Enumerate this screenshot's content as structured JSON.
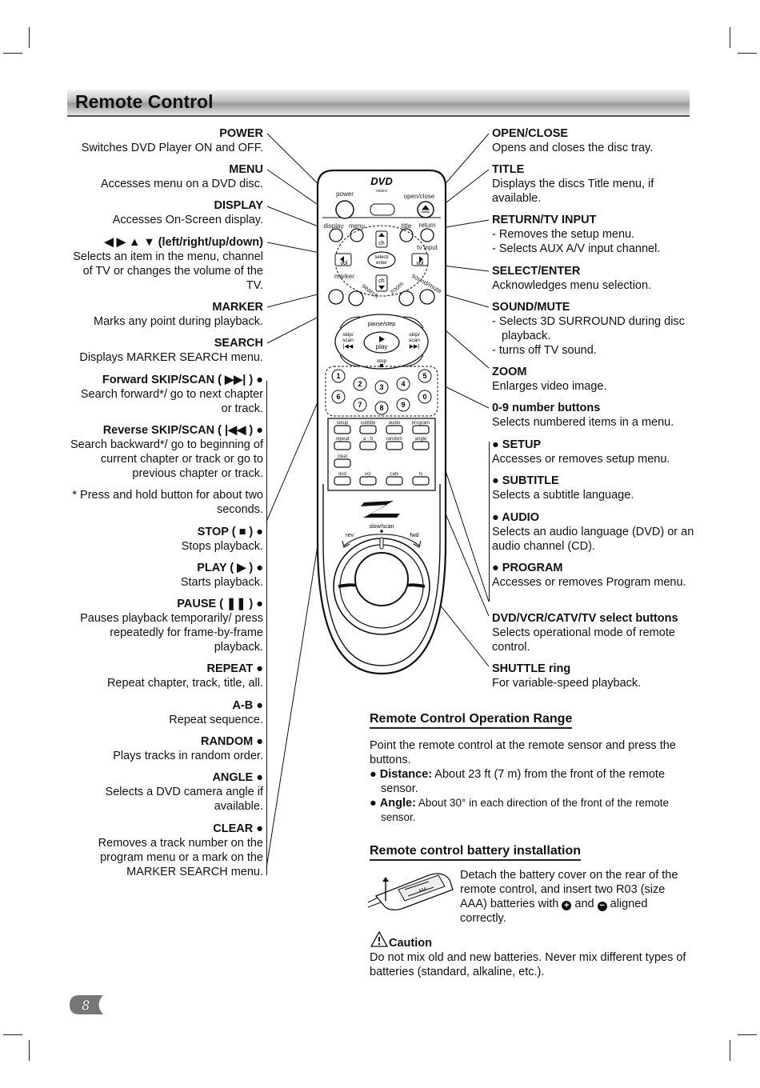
{
  "header": {
    "title": "Remote Control"
  },
  "left_items": [
    {
      "title": "POWER",
      "desc": "Switches DVD Player ON and OFF."
    },
    {
      "title": "MENU",
      "desc": "Accesses menu on a DVD disc."
    },
    {
      "title": "DISPLAY",
      "desc": "Accesses On-Screen display."
    },
    {
      "title": "◀ ▶ ▲ ▼ (left/right/up/down)",
      "desc": "Selects an item in the menu, channel of TV or changes the volume of the TV."
    },
    {
      "title": "MARKER",
      "desc": "Marks any point during playback."
    },
    {
      "title": "SEARCH",
      "desc": "Displays MARKER SEARCH menu."
    },
    {
      "title": "Forward SKIP/SCAN ( ▶▶| ) ●",
      "desc": "Search forward*/ go to next chapter or track."
    },
    {
      "title": "Reverse SKIP/SCAN ( |◀◀ ) ●",
      "desc": "Search backward*/ go to beginning of current chapter or track or go to previous chapter or track."
    },
    {
      "title": "",
      "desc": "* Press and hold button for about two seconds."
    },
    {
      "title": "STOP ( ■ ) ●",
      "desc": "Stops playback."
    },
    {
      "title": "PLAY ( ▶ ) ●",
      "desc": "Starts playback."
    },
    {
      "title": "PAUSE ( ❚❚ ) ●",
      "desc": "Pauses playback temporarily/ press repeatedly for frame-by-frame playback."
    },
    {
      "title": "REPEAT ●",
      "desc": "Repeat chapter, track, title, all."
    },
    {
      "title": "A-B ●",
      "desc": "Repeat sequence."
    },
    {
      "title": "RANDOM ●",
      "desc": "Plays tracks in random order."
    },
    {
      "title": "ANGLE ●",
      "desc": "Selects a DVD camera angle if available."
    },
    {
      "title": "CLEAR ●",
      "desc": "Removes a track number on the program menu or a mark on the MARKER SEARCH menu."
    }
  ],
  "right_items": [
    {
      "title": "OPEN/CLOSE",
      "desc": "Opens and closes the disc tray."
    },
    {
      "title": "TITLE",
      "desc": "Displays the discs Title menu, if available."
    },
    {
      "title": "RETURN/TV INPUT",
      "d1": "-  Removes the setup menu.",
      "d2": "-  Selects AUX A/V input channel."
    },
    {
      "title": "SELECT/ENTER",
      "desc": "Acknowledges menu selection."
    },
    {
      "title": "SOUND/MUTE",
      "d1": "-  Selects 3D SURROUND during disc playback.",
      "d2": "-  turns off TV sound."
    },
    {
      "title": "ZOOM",
      "desc": "Enlarges video image."
    },
    {
      "title": "0-9 number buttons",
      "desc": "Selects numbered items in a menu."
    },
    {
      "title": "● SETUP",
      "desc": "Accesses or removes setup menu."
    },
    {
      "title": "● SUBTITLE",
      "desc": "Selects a subtitle language."
    },
    {
      "title": "● AUDIO",
      "desc": "Selects an audio language (DVD) or an audio channel (CD)."
    },
    {
      "title": "● PROGRAM",
      "desc": "Accesses or removes Program menu."
    },
    {
      "title": "DVD/VCR/CATV/TV select buttons",
      "desc": "Selects operational mode of remote control."
    },
    {
      "title": "SHUTTLE ring",
      "desc": "For variable-speed playback."
    }
  ],
  "range": {
    "heading": "Remote Control Operation Range",
    "intro": "Point the remote control at the remote sensor and press the buttons.",
    "distance_label": "Distance:",
    "distance_text": " About 23 ft (7 m) from the front of the remote sensor.",
    "angle_label": "Angle:",
    "angle_text": " About 30° in each direction of the front of the remote sensor."
  },
  "battery": {
    "heading": "Remote control battery installation",
    "text_a": "Detach the battery cover on the rear of the remote control, and insert two R03 (size AAA) batteries with",
    "text_and": "and",
    "text_b": "aligned correctly.",
    "caution_label": "Caution",
    "caution_text": "Do not mix old and new batteries. Never mix different types of batteries (standard, alkaline, etc.)."
  },
  "remote_labels": {
    "logo": "DVD",
    "logo_sub": "VIDEO",
    "power": "power",
    "open_close": "open/close",
    "display": "display",
    "menu": "menu",
    "title": "title",
    "return": "return",
    "tv_input": "tv input",
    "ch": "ch",
    "vol": "vol",
    "select": "select/",
    "enter": "enter",
    "marker": "marker",
    "search": "search",
    "zoom": "zoom",
    "sound_mute": "sound/mute",
    "pause_step": "pause/step",
    "skip_scan": "skip/",
    "scan": "scan",
    "play": "play",
    "stop": "stop",
    "n1": "1",
    "n2": "2",
    "n3": "3",
    "n4": "4",
    "n5": "5",
    "n6": "6",
    "n7": "7",
    "n8": "8",
    "n9": "9",
    "n0": "0",
    "setup": "setup",
    "subtitle": "subtitle",
    "audio": "audio",
    "program": "program",
    "repeat": "repeat",
    "ab": "a - b",
    "random": "random",
    "angle": "angle",
    "clear": "clear",
    "dvd": "dvd",
    "vcr": "vcr",
    "catv": "catv",
    "tv": "tv",
    "slow_scan": "slow/scan",
    "rev": "rev",
    "fwd": "fwd",
    "battery_aaa": "AAA"
  },
  "page_number": "8",
  "colors": {
    "header_dark": "#9a9a9a",
    "header_light": "#f4f4f4",
    "badge": "#777777"
  }
}
